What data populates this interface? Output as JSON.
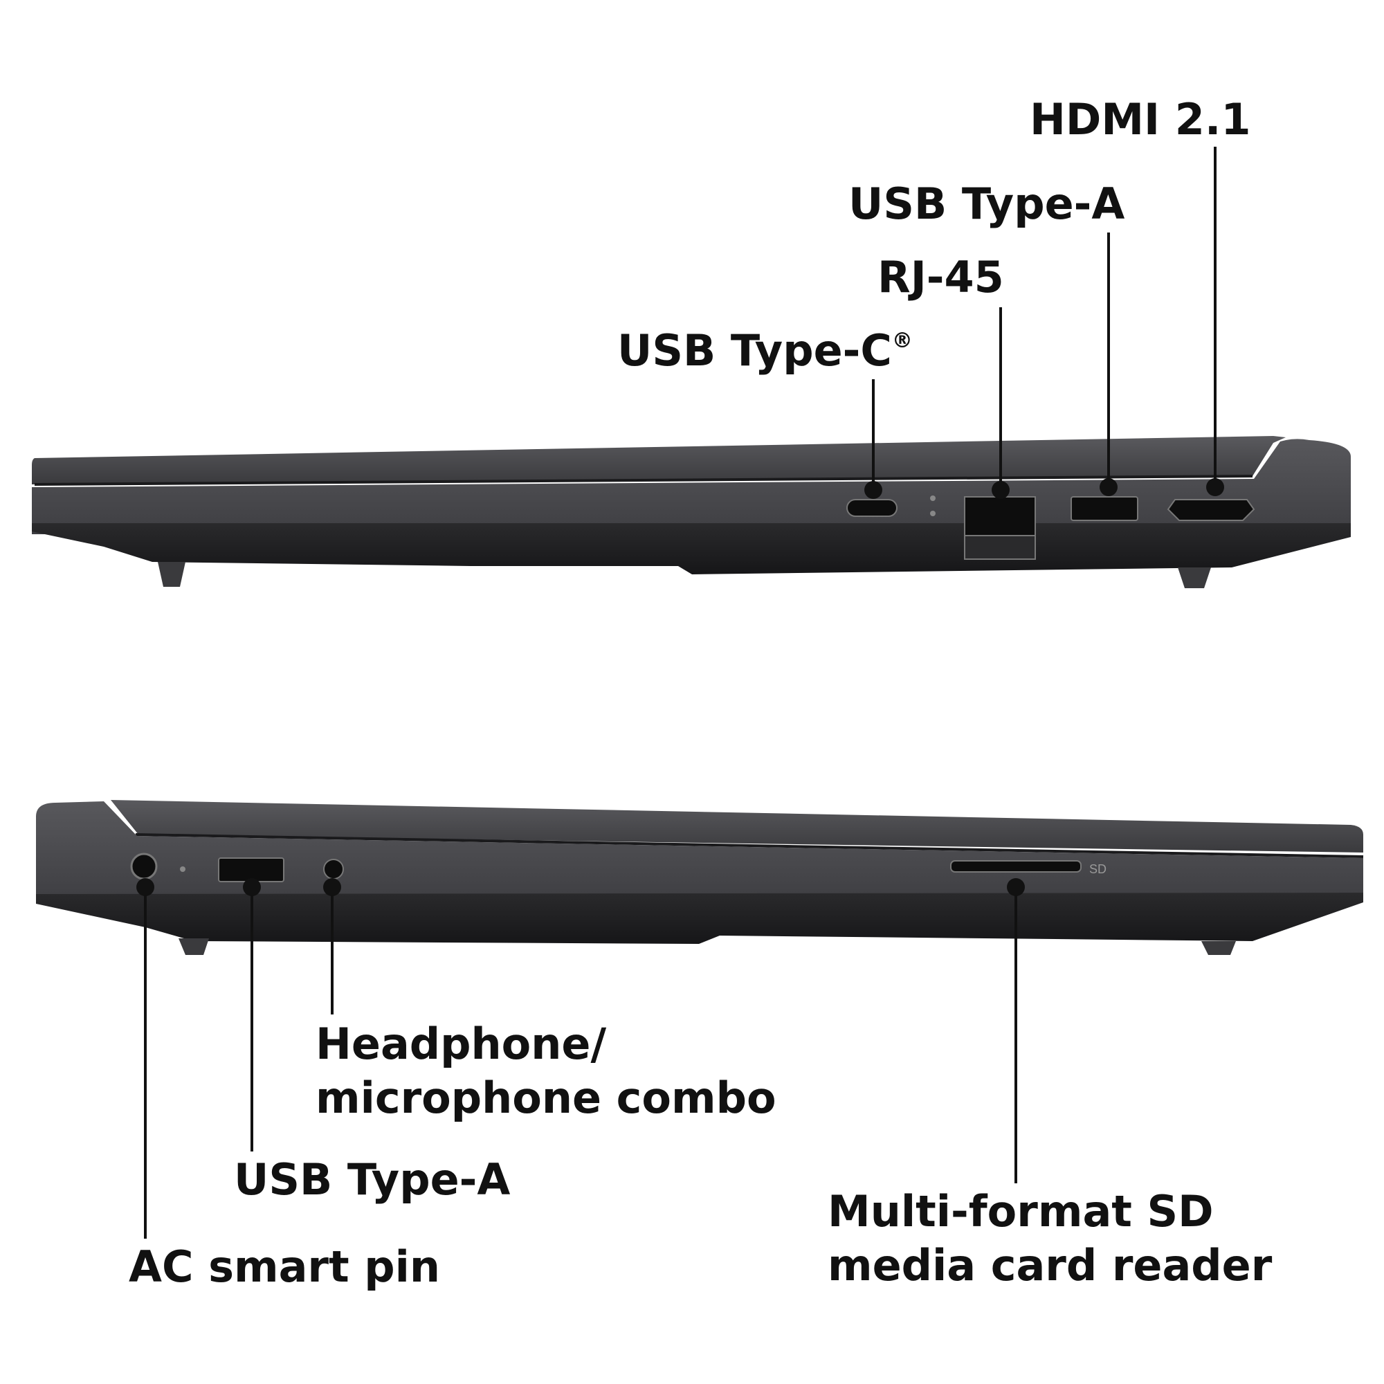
{
  "right_side": {
    "labels": {
      "hdmi": "HDMI 2.1",
      "usb_a": "USB Type-A",
      "rj45": "RJ-45",
      "usb_c": "USB Type-C",
      "usb_c_mark": "®"
    }
  },
  "left_side": {
    "labels": {
      "audio_line1": "Headphone/",
      "audio_line2": "microphone combo",
      "usb_a": "USB Type-A",
      "ac_pin": "AC smart pin",
      "sd_line1": "Multi-format SD",
      "sd_line2": "media card reader"
    },
    "port_markings": {
      "sd": "SD"
    }
  },
  "colors": {
    "chassis_top": "#3d3d40",
    "chassis_body": "#4a4a4e",
    "chassis_bottom": "#1e1e20",
    "port": "#0d0d0d",
    "leader": "#111111"
  }
}
